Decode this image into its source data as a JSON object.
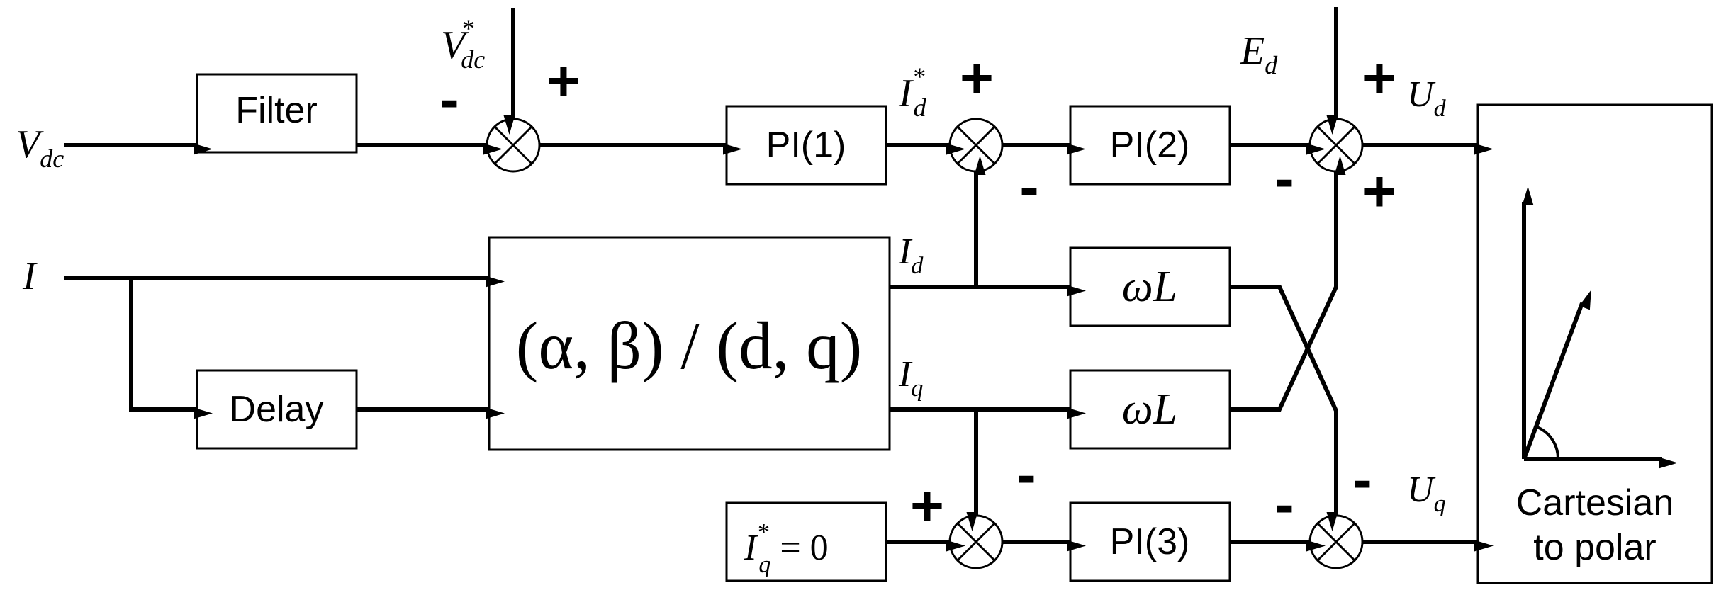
{
  "inputs": {
    "vdc": "V",
    "vdc_sub": "dc",
    "i": "I"
  },
  "setpoints": {
    "vdc_star": "V",
    "vdc_star_sup": "*",
    "vdc_star_sub": "dc",
    "id_star": "I",
    "id_star_sup": "*",
    "id_star_sub": "d",
    "ed": "E",
    "ed_sub": "d"
  },
  "signals": {
    "id": "I",
    "id_sub": "d",
    "iq": "I",
    "iq_sub": "q",
    "ud": "U",
    "ud_sub": "d",
    "uq": "U",
    "uq_sub": "q"
  },
  "blocks": {
    "filter": "Filter",
    "delay": "Delay",
    "pi1": "PI(1)",
    "pi2": "PI(2)",
    "pi3": "PI(3)",
    "omega_l_top": "ωL",
    "omega_l_bottom": "ωL",
    "transform": "(α, β) / (d, q)",
    "iq_ref_main": "I",
    "iq_ref_sub": "q",
    "iq_ref_sup": "*",
    "iq_ref_rest": " = 0",
    "polar_line1": "Cartesian",
    "polar_line2": "to polar"
  },
  "signs": {
    "sum1_ref": "+",
    "sum1_fb": "-",
    "sum2_ref": "+",
    "sum2_fb": "-",
    "sum3_ed": "+",
    "sum3_pi": "-",
    "sum3_cross": "+",
    "sum4_ref": "+",
    "sum4_fb": "-",
    "sum5_cross": "-",
    "sum5_pi": "-"
  }
}
